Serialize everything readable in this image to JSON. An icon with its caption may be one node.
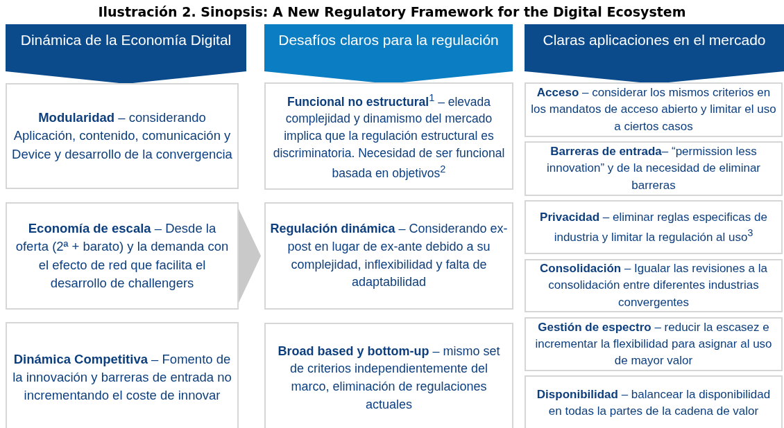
{
  "diagram": {
    "title": "Ilustración 2. Sinopsis: A New Regulatory Framework for the Digital Ecosystem",
    "nodes": [
      {
        "text": [
          "Dinámica de la Economía Digital"
        ]
      },
      {
        "text": [
          "Desafíos claros para la regulación"
        ]
      },
      {
        "text": [
          "Claras aplicaciones en el mercado"
        ]
      },
      {
        "text": [
          "**Modularidad** – considerando Aplicación, contenido, comunicación y Device y desarrollo de la convergencia"
        ]
      },
      {
        "text": [
          "**Funcional no estructural**$^{1}$ – elevada complejidad y dinamismo del mercado implica que la regulación estructural es discriminatoria. Necesidad de ser funcional basada en objetivos$^{2}$"
        ]
      },
      {
        "text": [
          "**Acceso** – considerar los mismos criterios en los mandatos de acceso abierto y limitar el uso a ciertos casos"
        ]
      },
      {
        "text": [
          "**Barreras de entrada**– “permission less innovation” y de la necesidad de eliminar barreras"
        ]
      },
      {
        "text": [
          "**Economía de escala** – Desde la oferta (2ª + barato) y la demanda con el efecto de red que facilita el desarrollo de challengers"
        ]
      },
      {
        "text": [
          "**Regulación dinámica** – Considerando ex-post en lugar de ex-ante debido a su complejidad, inflexibilidad y falta de adaptabilidad"
        ]
      },
      {
        "text": [
          "**Privacidad** – eliminar reglas especificas de industria y limitar la regulación al uso$^{3}$"
        ]
      },
      {
        "text": [
          "**Consolidación** – Igualar las revisiones a la consolidación entre diferentes industrias convergentes"
        ]
      },
      {
        "text": [
          "**Dinámica Competitiva** – Fomento de la innovación y barreras de entrada no incrementando el coste de innovar"
        ]
      },
      {
        "text": [
          "**Broad based y bottom-up** – mismo set de criterios independientemente del marco, eliminación de regulaciones actuales"
        ]
      },
      {
        "text": [
          "**Gestión de espectro** – reducir la escasez e incrementar la flexibilidad para asignar al uso de mayor valor"
        ]
      },
      {
        "text": [
          "**Disponibilidad** – balancear la disponibilidad en todas la partes de la cadena de valor"
        ]
      }
    ],
    "edges": [
      {
        "from": 7,
        "to": 8,
        "arrow": "to"
      }
    ]
  }
}
